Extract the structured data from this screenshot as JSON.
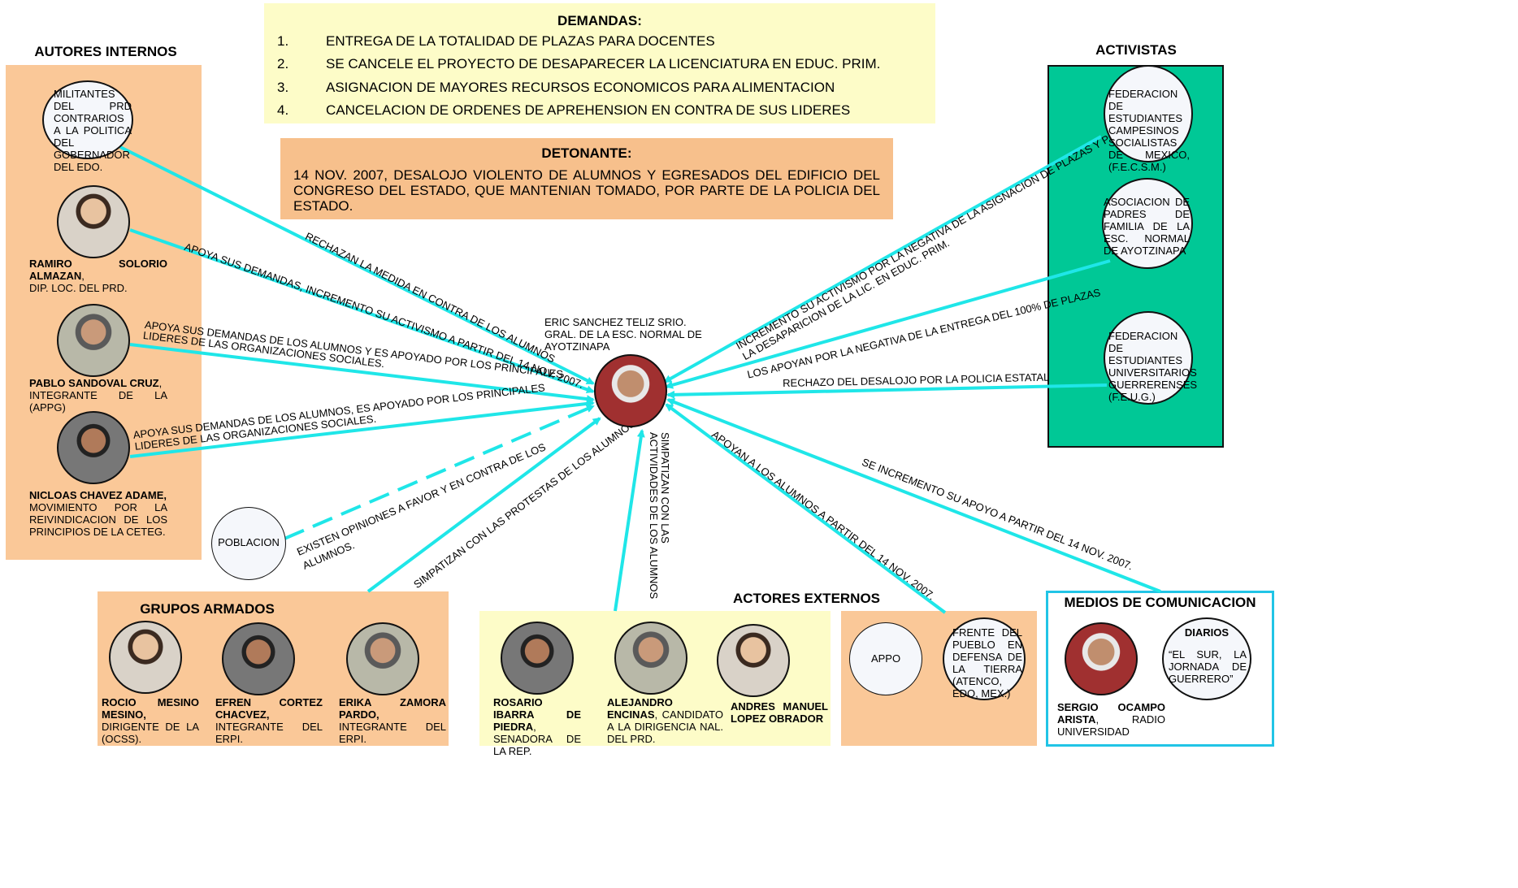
{
  "demandas": {
    "title": "DEMANDAS:",
    "items": [
      {
        "num": "1.",
        "text": "ENTREGA DE LA TOTALIDAD DE PLAZAS PARA DOCENTES"
      },
      {
        "num": "2.",
        "text": "SE CANCELE EL PROYECTO DE DESAPARECER LA LICENCIATURA EN EDUC. PRIM."
      },
      {
        "num": "3.",
        "text": "ASIGNACION DE MAYORES RECURSOS ECONOMICOS PARA ALIMENTACION"
      },
      {
        "num": "4.",
        "text": "CANCELACION DE ORDENES DE APREHENSION EN CONTRA DE SUS LIDERES"
      }
    ]
  },
  "detonante": {
    "title": "DETONANTE:",
    "text": "14 NOV. 2007, DESALOJO VIOLENTO DE ALUMNOS Y EGRESADOS DEL EDIFICIO DEL CONGRESO DEL ESTADO, QUE MANTENIAN TOMADO, POR PARTE DE LA POLICIA DEL ESTADO."
  },
  "center": {
    "caption": "ERIC SANCHEZ TELIZ SRIO. GRAL. DE LA  ESC. NORMAL DE AYOTZINAPA"
  },
  "autores_internos": {
    "title": "AUTORES INTERNOS",
    "militantes": "MILITANTES DEL PRD CONTRARIOS A LA POLITICA DEL GOBERNADOR DEL EDO.",
    "people": [
      {
        "name": "RAMIRO SOLORIO ALMAZAN",
        "role": "DIP. LOC. DEL PRD."
      },
      {
        "name": "PABLO SANDOVAL CRUZ",
        "role": "INTEGRANTE DE LA (APPG)"
      },
      {
        "name": "NICLOAS CHAVEZ ADAME,",
        "role": "MOVIMIENTO POR LA REIVINDICACION DE LOS PRINCIPIOS DE LA CETEG."
      }
    ]
  },
  "poblacion": {
    "label": "POBLACION"
  },
  "activistas": {
    "title": "ACTIVISTAS",
    "items": [
      "FEDERACION DE ESTUDIANTES CAMPESINOS SOCIALISTAS DE MEXICO, (F.E.C.S.M.)",
      "ASOCIACION DE PADRES DE FAMILIA DE LA ESC. NORMAL DE AYOTZINAPA",
      "FEDERACION DE ESTUDIANTES UNIVERSITARIOS GUERRERENSES (F.E.U.G.)"
    ]
  },
  "grupos_armados": {
    "title": "GRUPOS ARMADOS",
    "people": [
      {
        "name": "ROCIO MESINO MESINO,",
        "role": "DIRIGENTE DE LA (OCSS)."
      },
      {
        "name": "EFREN CORTEZ CHACVEZ,",
        "role": "INTEGRANTE DEL ERPI."
      },
      {
        "name": "ERIKA ZAMORA PARDO,",
        "role": "INTEGRANTE DEL ERPI."
      }
    ]
  },
  "actores_externos": {
    "title": "ACTORES EXTERNOS",
    "people": [
      {
        "name": "ROSARIO IBARRA DE PIEDRA",
        "role": "SENADORA DE LA REP."
      },
      {
        "name": "ALEJANDRO ENCINAS",
        "role": "CANDIDATO A LA DIRIGENCIA NAL. DEL PRD."
      },
      {
        "name": "ANDRES MANUEL LOPEZ OBRADOR",
        "role": ""
      }
    ],
    "appo": "APPO",
    "frente": "FRENTE DEL PUEBLO EN DEFENSA DE LA TIERRA (ATENCO, EDO, MEX.)"
  },
  "medios": {
    "title": "MEDIOS DE COMUNICACION",
    "person": {
      "name": "SERGIO OCAMPO ARISTA",
      "role": "RADIO UNIVERSIDAD"
    },
    "diarios_title": "DIARIOS",
    "diarios_text": "“EL SUR, LA JORNADA DE GUERRERO”"
  },
  "edges": {
    "rechazan": "RECHAZAN LA MEDIDA EN CONTRA DE LOS ALUMNOS",
    "apoya_ramiro": "APOYA SUS DEMANDAS, INCREMENTO SU ACTIVISMO A PARTIR DEL 14 NOV. 2007.",
    "apoya_pablo_1": "APOYA SUS DEMANDAS DE LOS ALUMNOS Y ES APOYADO POR LOS PRINCIPALES",
    "apoya_pablo_2": "LIDERES DE LAS ORGANIZACIONES SOCIALES.",
    "apoya_nicloas_1": "APOYA SUS DEMANDAS DE LOS ALUMNOS, ES APOYADO POR LOS PRINCIPALES",
    "apoya_nicloas_2": "LIDERES DE LAS ORGANIZACIONES SOCIALES.",
    "poblacion_1": "EXISTEN  OPINIONES  A  FAVOR  Y  EN  CONTRA  DE  LOS",
    "poblacion_2": "ALUMNOS.",
    "grupos": "SIMPATIZAN CON LAS PROTESTAS DE LOS ALUMNOS",
    "externos_1": "SIMPATIZAN                CON                LAS",
    "externos_2": "ACTIVIDADES DE LOS ALUMNOS",
    "frente": "APOYAN A LOS ALUMNOS A PARTIR DEL 14 NOV. 2007.",
    "medios": "SE INCREMENTO SU APOYO A PARTIR DEL 14 NOV. 2007.",
    "fecsm_1": "INCREMENTO SU ACTIVISMO POR LA NEGATIVA DE LA ASIGNACION DE PLAZAS Y POR",
    "fecsm_2": "LA DESAPARICION DE LA LIC. EN EDUC. PRIM.",
    "padres": "LOS APOYAN POR LA NEGATIVA DE LA ENTREGA DEL 100% DE  PLAZAS",
    "feug": "RECHAZO DEL DESALOJO POR LA POLICIA ESTATAL"
  },
  "colors": {
    "arrow": "#1fe6e8",
    "orange_panel": "#fac898",
    "yellow_panel": "#fdfcc8",
    "green_panel": "#00c896",
    "medios_border": "#21c4e6"
  }
}
